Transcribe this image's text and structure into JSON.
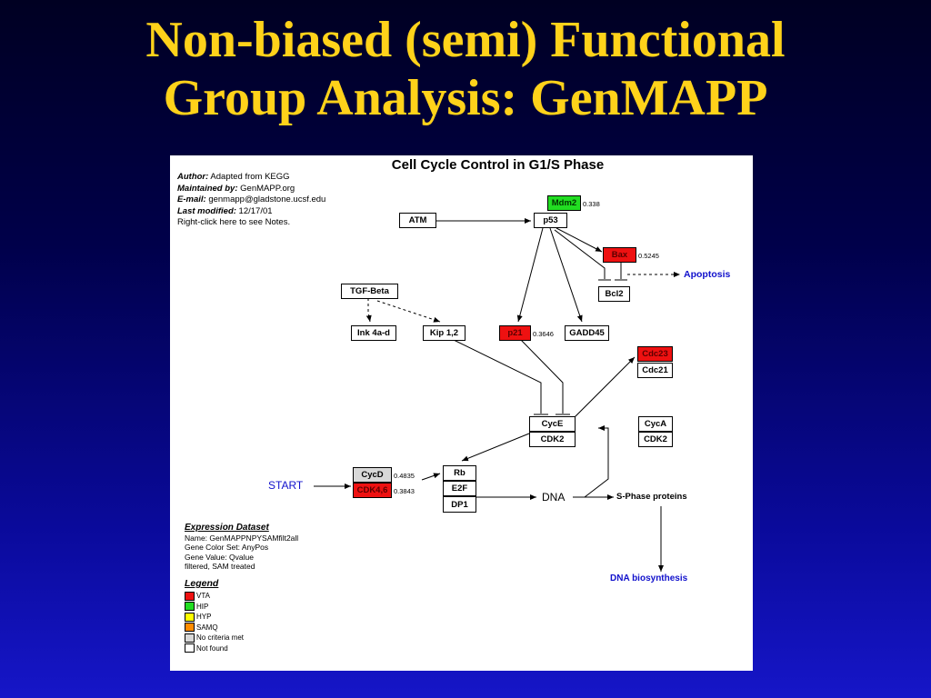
{
  "slide": {
    "title_line1": "Non-biased (semi) Functional",
    "title_line2": "Group Analysis:  GenMAPP"
  },
  "pathway": {
    "title": "Cell Cycle Control in G1/S Phase",
    "meta": [
      {
        "key": "Author:",
        "value": " Adapted from KEGG"
      },
      {
        "key": "Maintained by:",
        "value": " GenMAPP.org"
      },
      {
        "key": "E-mail:",
        "value": " genmapp@gladstone.ucsf.edu"
      },
      {
        "key": "Last modified:",
        "value": " 12/17/01"
      }
    ],
    "notes_hint": "Right-click here to see Notes.",
    "genes": {
      "mdm2": "Mdm2",
      "atm": "ATM",
      "p53": "p53",
      "bax": "Bax",
      "bcl2": "Bcl2",
      "tgf_beta": "TGF-Beta",
      "ink4": "Ink 4a-d",
      "kip": "Kip 1,2",
      "p21": "p21",
      "gadd45": "GADD45",
      "cdc23": "Cdc23",
      "cdc21": "Cdc21",
      "cyce": "CycE",
      "cdk2": "CDK2",
      "cyca": "CycA",
      "cdk2b": "CDK2",
      "cycd": "CycD",
      "cdk46": "CDK4,6",
      "rb": "Rb",
      "e2f": "E2F",
      "dp1": "DP1"
    },
    "values": {
      "mdm2": "0.338",
      "bax": "0.5245",
      "p21": "0.3646",
      "cycd": "0.4835",
      "cdk46": "0.3843"
    },
    "labels": {
      "apoptosis": "Apoptosis",
      "start": "START",
      "dna": "DNA",
      "sphase": "S-Phase proteins",
      "dna_bio": "DNA biosynthesis"
    },
    "expression": {
      "header": "Expression Dataset",
      "lines": [
        "Name: GenMAPPNPYSAMfilt2all",
        "Gene Color Set: AnyPos",
        "Gene Value: Qvalue",
        "filtered, SAM treated"
      ]
    },
    "legend": {
      "header": "Legend",
      "items": [
        {
          "label": "VTA",
          "color": "#ee1111"
        },
        {
          "label": "HIP",
          "color": "#22dd22"
        },
        {
          "label": "HYP",
          "color": "#ffff00"
        },
        {
          "label": "SAMQ",
          "color": "#ff8c00"
        },
        {
          "label": "No criteria met",
          "color": "#d8d8d8"
        },
        {
          "label": "Not found",
          "color": "#ffffff"
        }
      ]
    }
  }
}
